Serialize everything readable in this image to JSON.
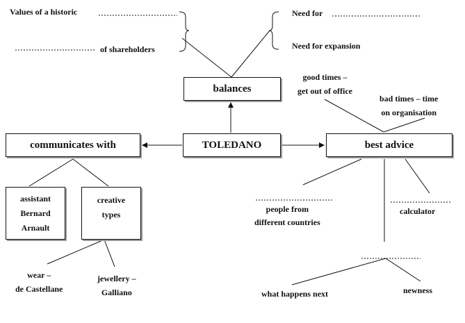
{
  "nodes": {
    "center": "TOLEDANO",
    "balances": "balances",
    "communicates_with": "communicates with",
    "best_advice": "best advice",
    "assistant": [
      "assistant",
      "Bernard",
      "Arnault"
    ],
    "creative_types": [
      "creative",
      "types"
    ]
  },
  "labels": {
    "values_historic": "Values of a historic",
    "of_shareholders": "of shareholders",
    "need_for": "Need for",
    "need_for_expansion": "Need for expansion",
    "good_times": [
      "good times –",
      "get out of office"
    ],
    "bad_times": [
      "bad times – time",
      "on organisation"
    ],
    "people_from": [
      "people from",
      "different countries"
    ],
    "calculator": "calculator",
    "wear": [
      "wear –",
      "de Castellane"
    ],
    "jewellery": [
      "jewellery –",
      "Galliano"
    ],
    "what_happens_next": "what happens next",
    "newness": "newness"
  }
}
